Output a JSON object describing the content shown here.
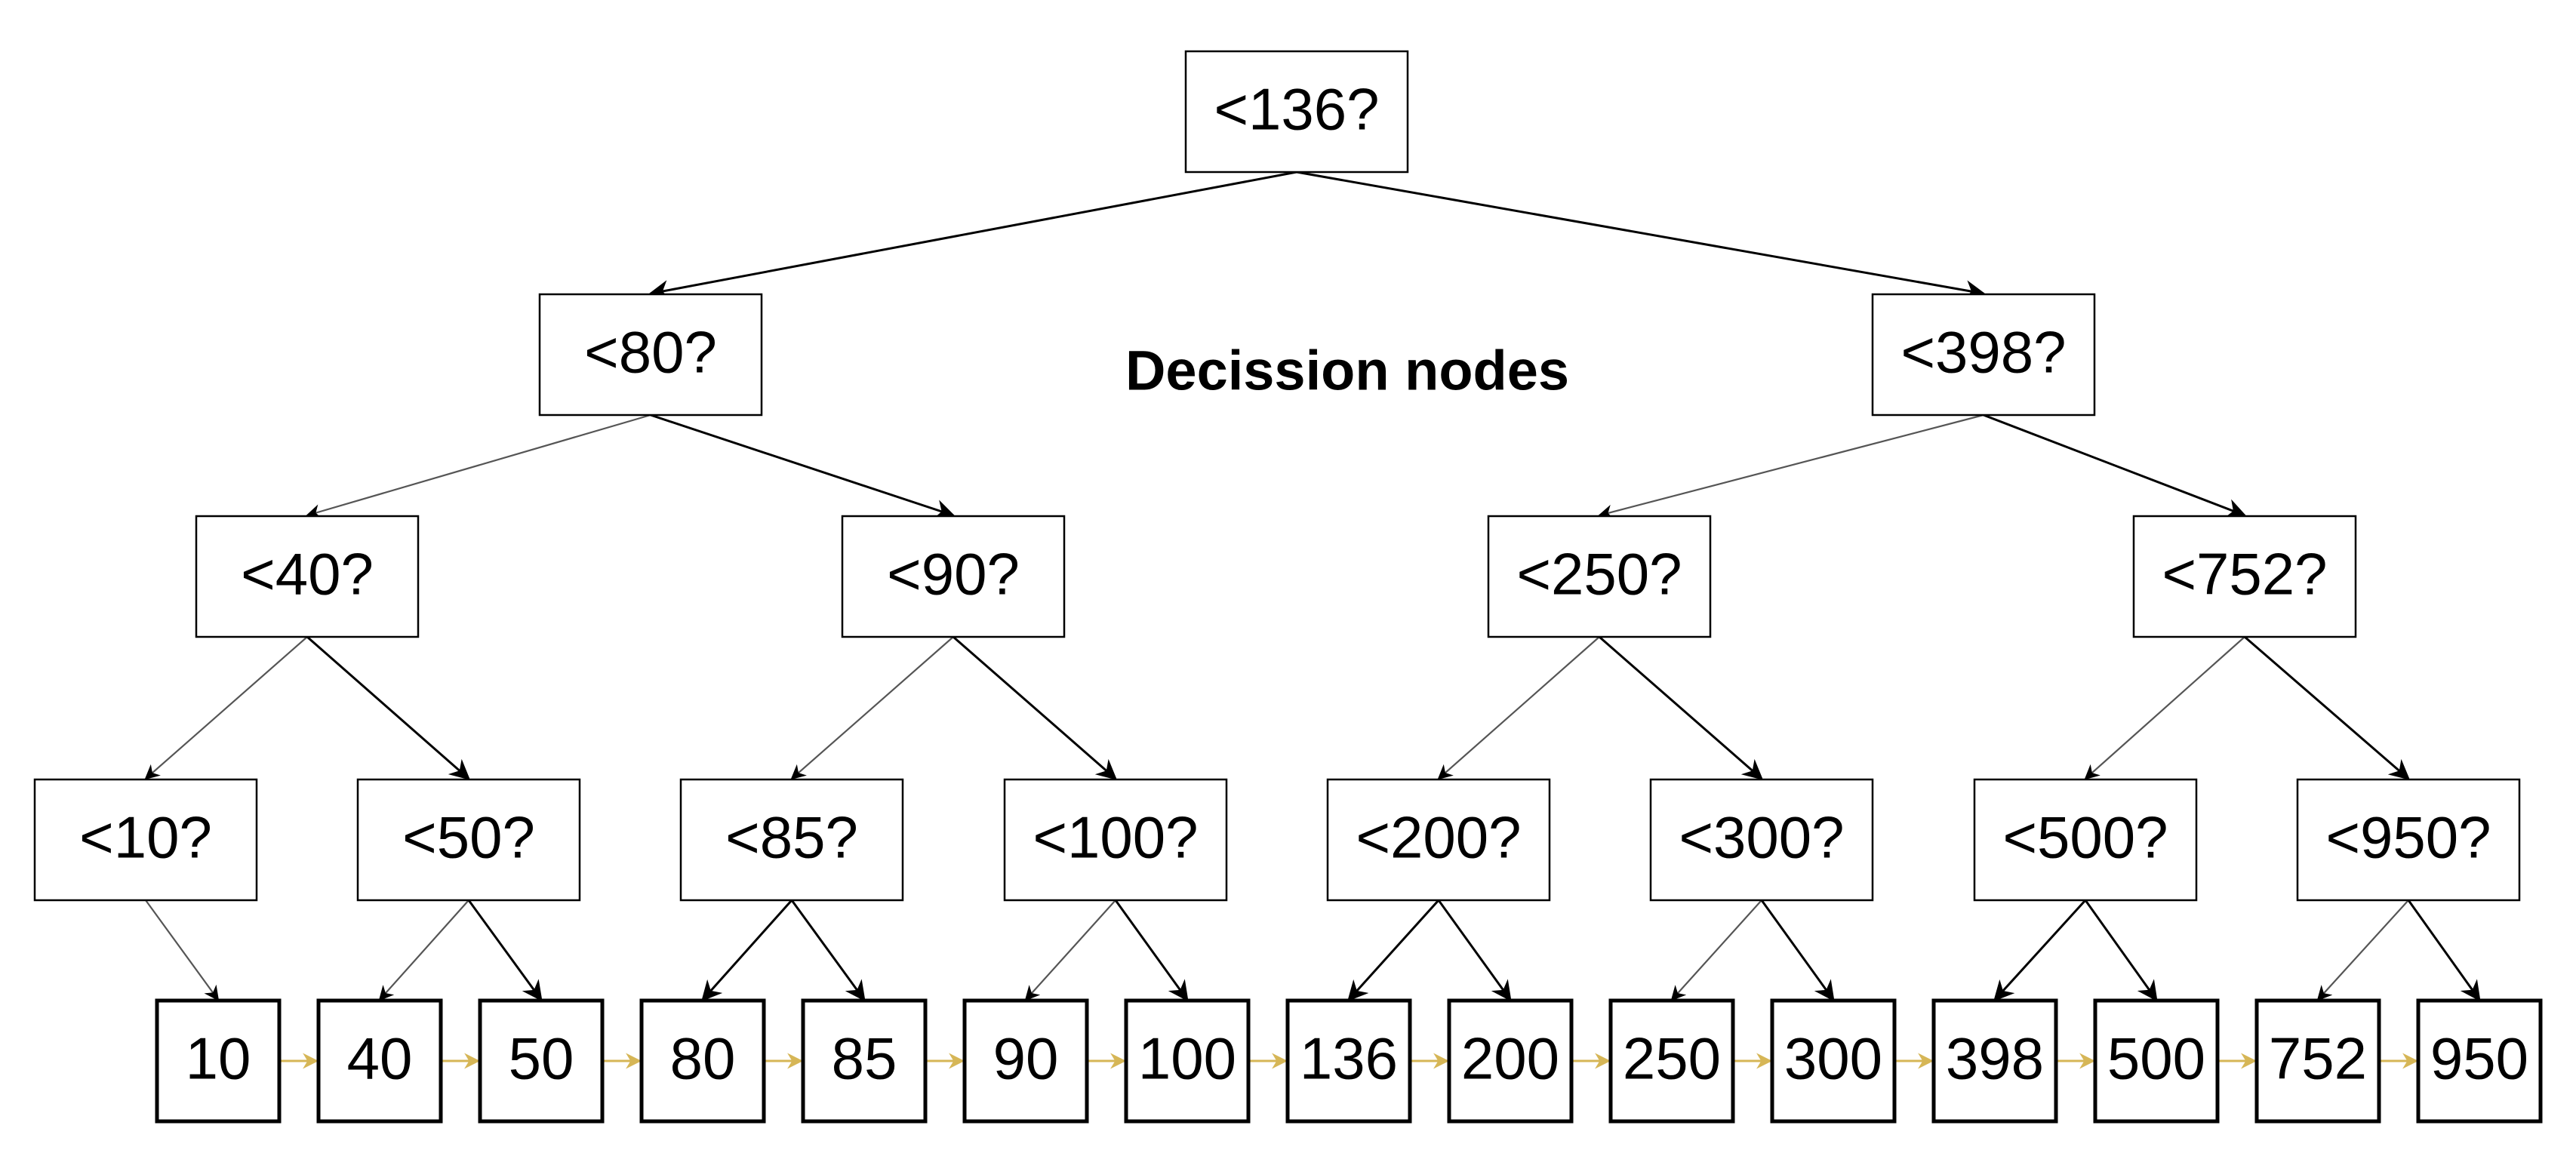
{
  "caption": "Decission nodes",
  "colors": {
    "leaf_fill": "#FFF2CC",
    "leaf_stroke": "#D6B656",
    "decision_fill": "#FFFFFF",
    "decision_stroke": "#000000",
    "edge": "#000000",
    "chain_arrow": "#D6B656"
  },
  "decision_levels": [
    [
      "<136?"
    ],
    [
      "<80?",
      "<398?"
    ],
    [
      "<40?",
      "<90?",
      "<250?",
      "<752?"
    ],
    [
      "<10?",
      "<50?",
      "<85?",
      "<100?",
      "<200?",
      "<300?",
      "<500?",
      "<950?"
    ]
  ],
  "leaves": [
    "10",
    "40",
    "50",
    "80",
    "85",
    "90",
    "100",
    "136",
    "200",
    "250",
    "300",
    "398",
    "500",
    "752",
    "950"
  ]
}
